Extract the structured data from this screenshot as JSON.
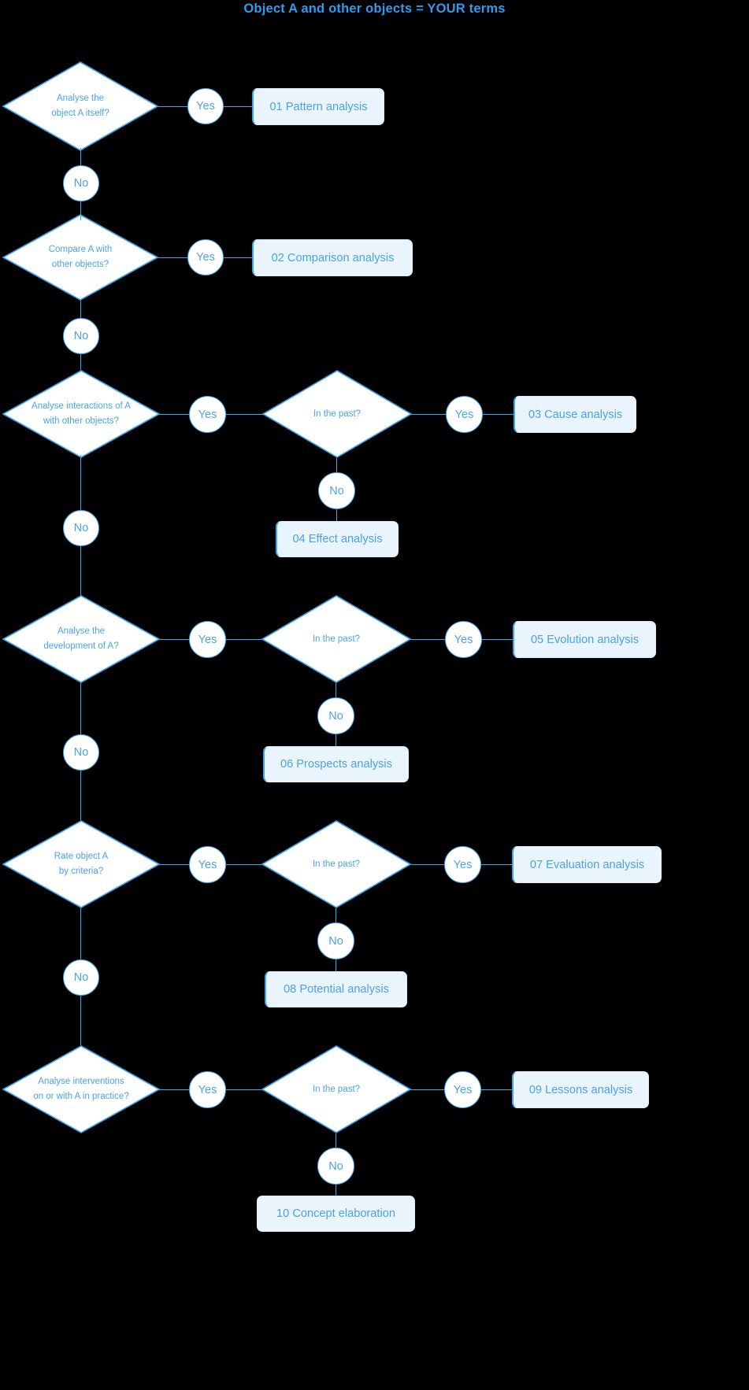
{
  "title": "Object A and other objects = YOUR terms",
  "labels": {
    "yes": "Yes",
    "no": "No",
    "in_the_past": "In the past?"
  },
  "chart_data": {
    "type": "diagram",
    "diagram_kind": "flowchart",
    "title": "Object A and other objects = YOUR terms",
    "colors": {
      "background": "#000000",
      "accent": "#3fa4ea",
      "text": "#4aa3e8",
      "box_fill": "#e9f4fd",
      "diamond_fill": "#ffffff"
    },
    "decisions": [
      "Analyse the object A itself?",
      "Compare A with other objects?",
      "Analyse interactions of A with other objects?",
      "Analyse the development of A?",
      "Rate object A by criteria?",
      "Analyse interventions on or with A in practice?"
    ],
    "sub_decision": "In the past?",
    "results": [
      "01 Pattern analysis",
      "02 Comparison analysis",
      "03 Cause analysis",
      "04 Effect analysis",
      "05 Evolution analysis",
      "06 Prospects analysis",
      "07 Evaluation analysis",
      "08 Potential analysis",
      "09 Lessons analysis",
      "10 Concept elaboration"
    ],
    "edges": [
      "Yes",
      "No"
    ]
  },
  "diamonds": [
    {
      "line1": "Analyse the",
      "line2": "object A itself?"
    },
    {
      "line1": "Compare A with",
      "line2": "other objects?"
    },
    {
      "line1": "Analyse interactions of A",
      "line2": "with other objects?"
    },
    {
      "line1": "Analyse the",
      "line2": "development of A?"
    },
    {
      "line1": "Rate object A",
      "line2": "by criteria?"
    },
    {
      "line1": "Analyse interventions",
      "line2": "on or with A in practice?"
    }
  ],
  "boxes": [
    {
      "label": "01 Pattern analysis"
    },
    {
      "label": "02 Comparison analysis"
    },
    {
      "label": "03 Cause analysis"
    },
    {
      "label": "04 Effect analysis"
    },
    {
      "label": "05 Evolution analysis"
    },
    {
      "label": "06 Prospects analysis"
    },
    {
      "label": "07 Evaluation analysis"
    },
    {
      "label": "08 Potential analysis"
    },
    {
      "label": "09 Lessons analysis"
    },
    {
      "label": "10 Concept elaboration"
    }
  ]
}
